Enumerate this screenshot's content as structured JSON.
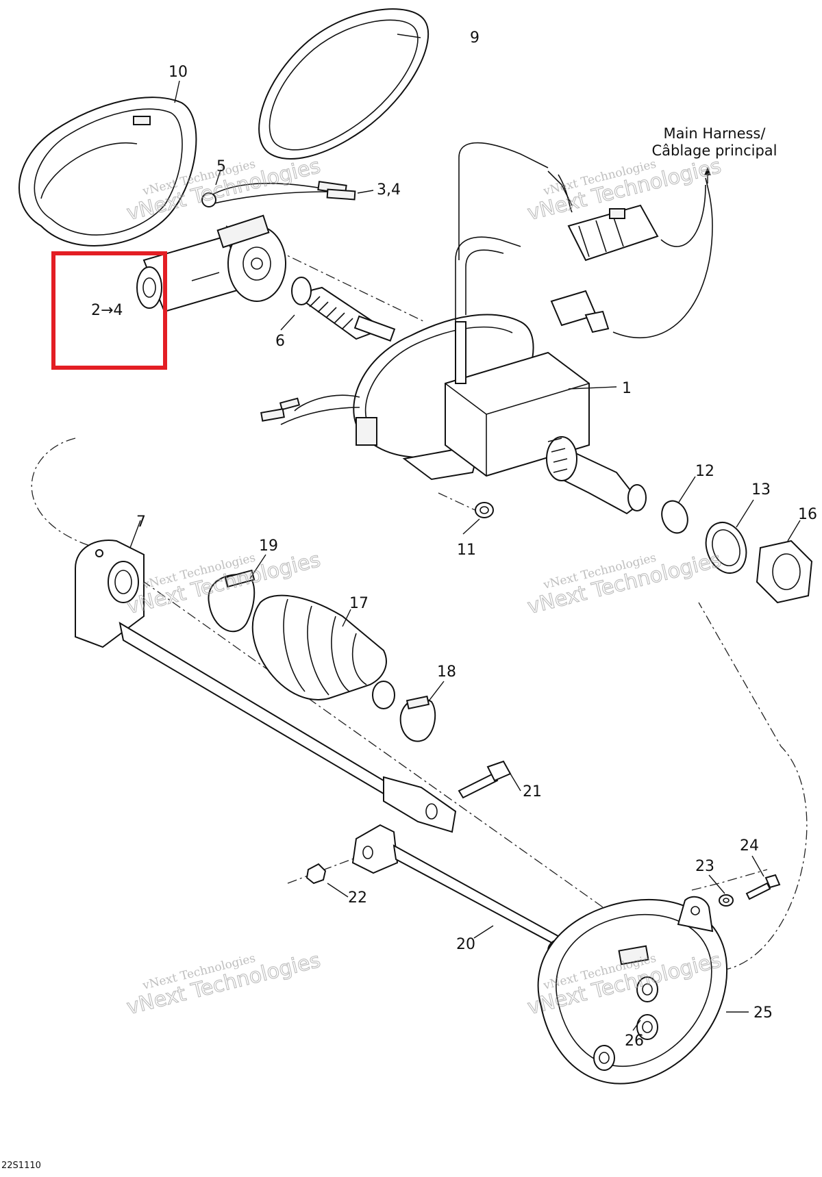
{
  "diagram": {
    "callouts": {
      "c1": "1",
      "c2to4": "2→4",
      "c3_4": "3,4",
      "c5": "5",
      "c6": "6",
      "c7": "7",
      "c9": "9",
      "c10": "10",
      "c11": "11",
      "c12": "12",
      "c13": "13",
      "c16": "16",
      "c17": "17",
      "c18": "18",
      "c19": "19",
      "c20": "20",
      "c21": "21",
      "c22": "22",
      "c23": "23",
      "c24": "24",
      "c25": "25",
      "c26": "26"
    },
    "harness_label_line1": "Main Harness/",
    "harness_label_line2": "Câblage principal",
    "drawing_code": "22S1110",
    "watermark_line1": "vNext Technologies",
    "watermark_line2": "vNext Technologies",
    "highlight_color": "#e31e24"
  }
}
